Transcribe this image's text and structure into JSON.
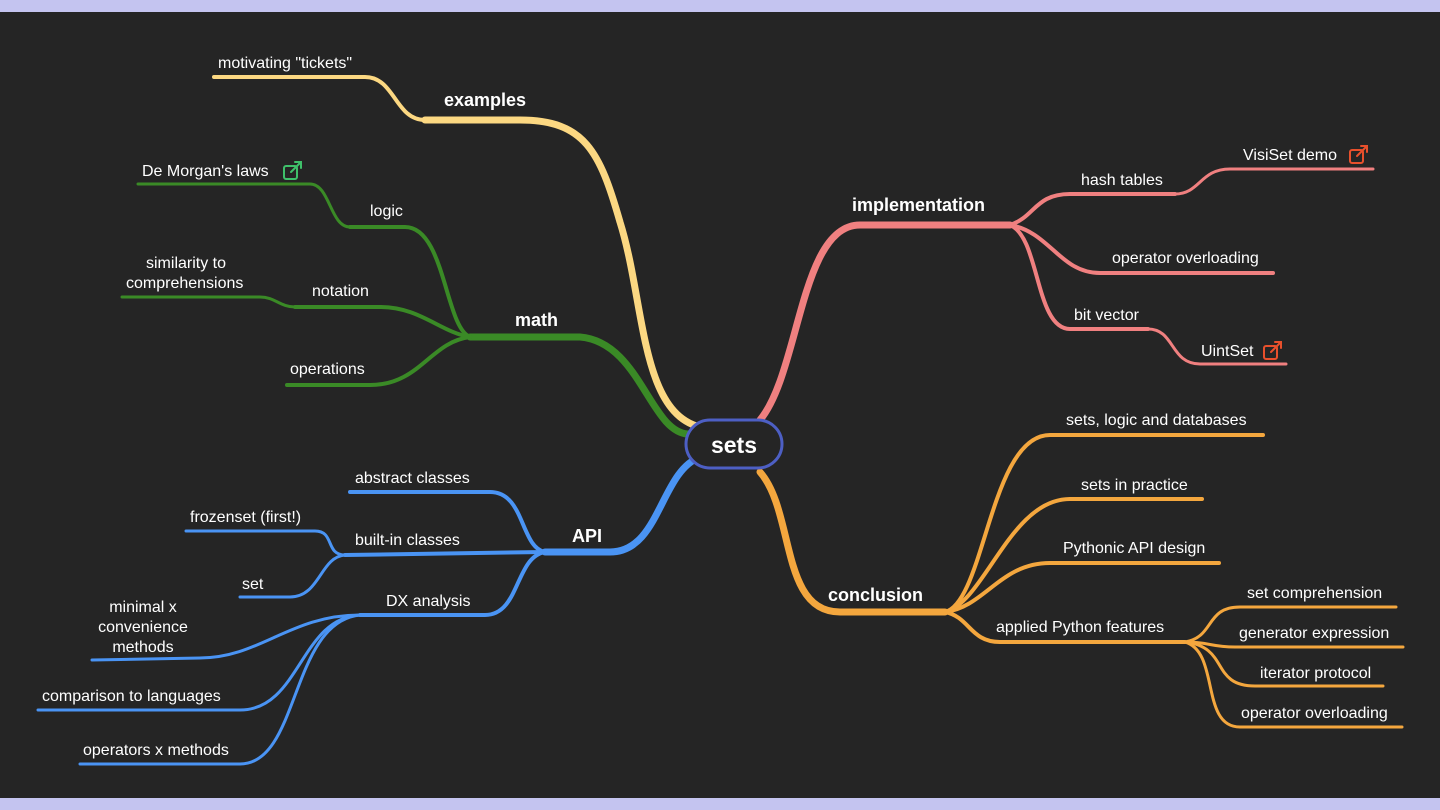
{
  "root": {
    "label": "sets"
  },
  "colors": {
    "background": "#252525",
    "frame": "#c4c4f0",
    "root_border": "#4d5fc4",
    "examples": "#fcd882",
    "math": "#3a8a26",
    "api": "#4a94f4",
    "implementation": "#f08080",
    "conclusion": "#f4a73e",
    "link_icon_green": "#3fc06a",
    "link_icon_red": "#e8502c"
  },
  "branches": {
    "examples": {
      "label": "examples",
      "children": {
        "motivating": "motivating \"tickets\""
      }
    },
    "math": {
      "label": "math",
      "children": {
        "logic": "logic",
        "de_morgan": "De Morgan's laws",
        "notation": "notation",
        "similarity_line1": "similarity to",
        "similarity_line2": "comprehensions",
        "operations": "operations"
      }
    },
    "api": {
      "label": "API",
      "children": {
        "abstract_classes": "abstract classes",
        "builtin_classes": "built-in classes",
        "frozenset": "frozenset (first!)",
        "set": "set",
        "dx_analysis": "DX analysis",
        "minimal_line1": "minimal x",
        "minimal_line2": "convenience",
        "minimal_line3": "methods",
        "comparison": "comparison to languages",
        "operators_methods": "operators x methods"
      }
    },
    "implementation": {
      "label": "implementation",
      "children": {
        "hash_tables": "hash tables",
        "visiset_demo": "VisiSet demo",
        "operator_overloading": "operator overloading",
        "bit_vector": "bit vector",
        "uintset": "UintSet"
      }
    },
    "conclusion": {
      "label": "conclusion",
      "children": {
        "sets_logic_db": "sets, logic and databases",
        "sets_in_practice": "sets in practice",
        "pythonic_api": "Pythonic API design",
        "applied_features": "applied Python features",
        "set_comprehension": "set comprehension",
        "generator_expression": "generator expression",
        "iterator_protocol": "iterator protocol",
        "operator_overloading": "operator overloading"
      }
    }
  },
  "icons": {
    "de_morgan_link": "external-link-icon",
    "visiset_link": "external-link-icon",
    "uintset_link": "external-link-icon"
  }
}
